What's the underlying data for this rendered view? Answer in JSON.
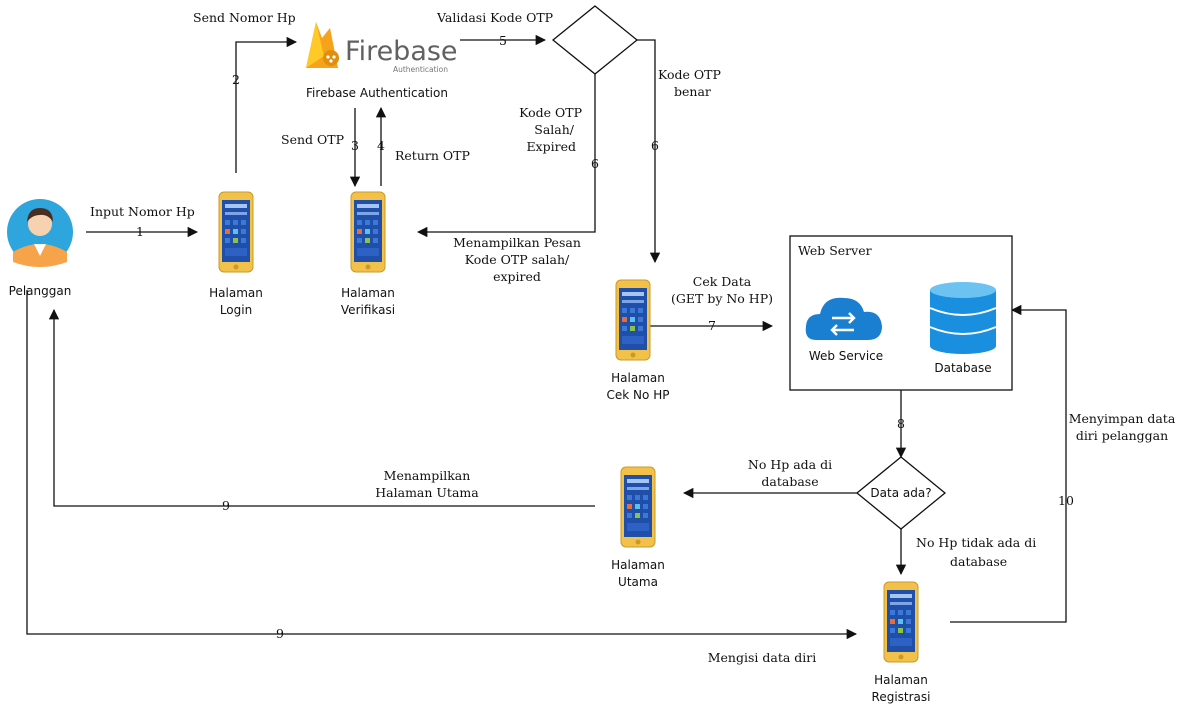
{
  "colors": {
    "phone_case": "#f2c14a",
    "phone_screen": "#1f4fa8",
    "cloud": "#1a7fd1",
    "database": "#1a8fe0",
    "firebase_flame": "#f6a21a",
    "firebase_text": "#616161"
  },
  "actor": {
    "label": "Pelanggan",
    "icon": "user-avatar-icon"
  },
  "firebase": {
    "logo_text": "Firebase",
    "logo_sub": "Authentication",
    "caption": "Firebase Authentication"
  },
  "pages": {
    "login": {
      "line1": "Halaman",
      "line2": "Login"
    },
    "verifikasi": {
      "line1": "Halaman",
      "line2": "Verifikasi"
    },
    "cek_no_hp": {
      "line1": "Halaman",
      "line2": "Cek No HP"
    },
    "utama": {
      "line1": "Halaman",
      "line2": "Utama"
    },
    "registrasi": {
      "line1": "Halaman",
      "line2": "Registrasi"
    }
  },
  "decisions": {
    "otp": {
      "label": ""
    },
    "data_ada": {
      "label": "Data ada?"
    }
  },
  "web_server": {
    "title": "Web Server",
    "service": "Web Service",
    "database": "Database"
  },
  "edges": {
    "e1": {
      "num": "1",
      "label": "Input Nomor Hp"
    },
    "e2": {
      "num": "2",
      "label": "Send Nomor Hp"
    },
    "e3": {
      "num": "3",
      "label": "Send OTP"
    },
    "e4": {
      "num": "4",
      "label": "Return OTP"
    },
    "e5": {
      "num": "5",
      "label": "Validasi Kode OTP"
    },
    "e6_wrong": {
      "num": "6",
      "line1": "Kode OTP",
      "line2": "Salah/",
      "line3": "Expired"
    },
    "e6_right": {
      "num": "6",
      "line1": "Kode OTP",
      "line2": "benar"
    },
    "wrong_msg": {
      "line1": "Menampilkan Pesan",
      "line2": "Kode OTP salah/",
      "line3": "expired"
    },
    "e7": {
      "num": "7",
      "line1": "Cek Data",
      "line2": "(GET by No HP)"
    },
    "e8": {
      "num": "8"
    },
    "yes": {
      "line1": "No Hp ada di",
      "line2": "database"
    },
    "no": {
      "line1": "No Hp tidak ada di",
      "line2": "database"
    },
    "e9_top": {
      "num": "9",
      "line1": "Menampilkan",
      "line2": "Halaman Utama"
    },
    "e9_bottom": {
      "num": "9",
      "label": "Mengisi data diri"
    },
    "e10": {
      "num": "10",
      "line1": "Menyimpan data",
      "line2": "diri pelanggan"
    }
  }
}
